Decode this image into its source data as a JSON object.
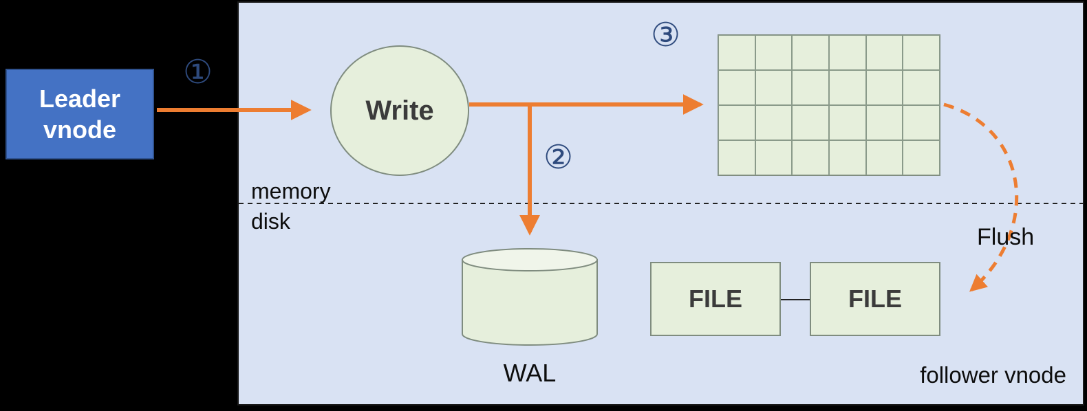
{
  "title": "write replication diagram",
  "nodes": {
    "leader": {
      "label": "Leader vnode"
    },
    "write": {
      "label": "Write"
    },
    "wal": {
      "label": "WAL"
    },
    "file_left": {
      "label": "FILE"
    },
    "file_right": {
      "label": "FILE"
    }
  },
  "labels": {
    "memory": "memory",
    "disk": "disk",
    "flush": "Flush",
    "follower": "follower vnode"
  },
  "steps": {
    "one": "①",
    "two": "②",
    "three": "③"
  },
  "grid": {
    "rows": 4,
    "cols": 6
  },
  "colors": {
    "accent_orange": "#ED7D31",
    "panel_background": "#D9E2F3",
    "node_green": "#E6EFDC",
    "leader_blue": "#4472C4",
    "leader_border": "#2F528F",
    "step_navy": "#2E4A7D",
    "shape_border_gray": "#7f8c7f"
  }
}
